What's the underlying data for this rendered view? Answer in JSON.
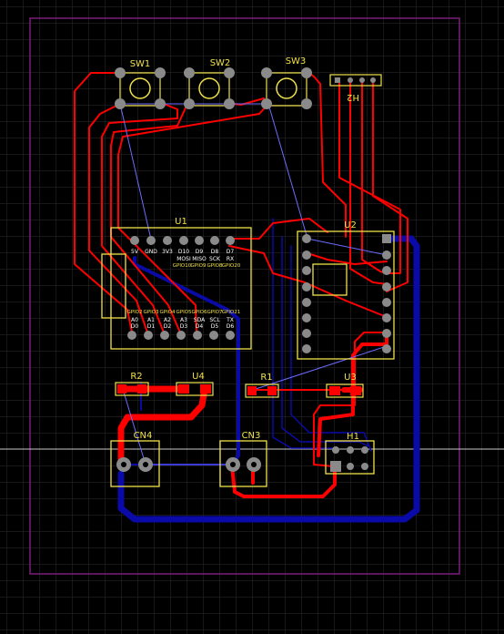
{
  "board": {
    "colors": {
      "background": "#000000",
      "grid": "#2e2e2e",
      "outline": "#7a1f7a",
      "silkscreen": "#f0e14a",
      "top_copper": "#ff0000",
      "bottom_copper": "#0a0aa8",
      "ratsnest": "#6c6cff",
      "pad": "#8a8a8a",
      "crosshair": "#c8c8c8"
    }
  },
  "components": {
    "sw1": "SW1",
    "sw2": "SW2",
    "sw3": "SW3",
    "h2": "H2",
    "u1": "U1",
    "u2": "U2",
    "r2": "R2",
    "u4": "U4",
    "r1": "R1",
    "u3": "U3",
    "cn4": "CN4",
    "cn3": "CN3",
    "h1": "H1"
  },
  "u1_pins": {
    "top_row": [
      "5V",
      "GND",
      "3V3",
      "D10",
      "D9",
      "D8",
      "D7"
    ],
    "top_row2": [
      "",
      "",
      "",
      "MOSI",
      "MISO",
      "SCK",
      "RX"
    ],
    "top_row3": [
      "GPIO10",
      "GPIO9",
      "GPIO8",
      "GPIO20"
    ],
    "bottom_row1": [
      "GPIO2",
      "GPIO3",
      "GPIO4",
      "GPIO5",
      "GPIO6",
      "GPIO7",
      "GPIO21"
    ],
    "bottom_row2": [
      "A0",
      "A1",
      "A2",
      "A3",
      "SDA",
      "SCL",
      "TX"
    ],
    "bottom_row3": [
      "D0",
      "D1",
      "D2",
      "D3",
      "D4",
      "D5",
      "D6"
    ]
  }
}
